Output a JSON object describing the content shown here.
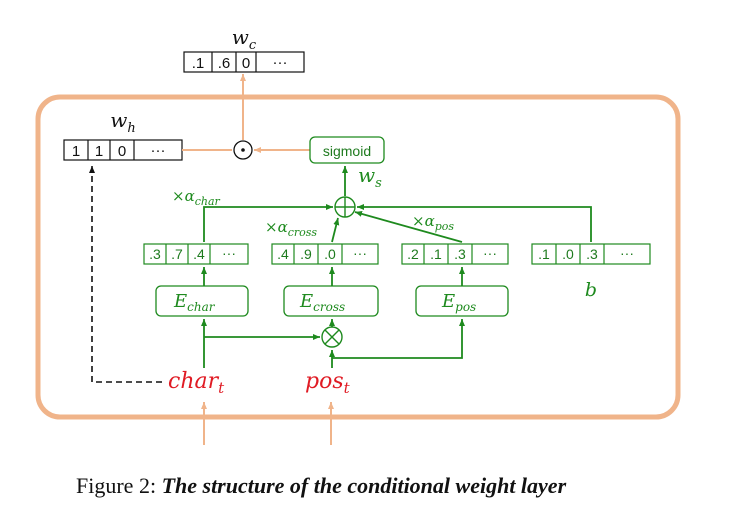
{
  "wc": {
    "label": "w",
    "sub": "c",
    "cells": [
      ".1",
      ".6",
      "0",
      "···"
    ]
  },
  "wh": {
    "label": "w",
    "sub": "h",
    "cells": [
      "1",
      "1",
      "0",
      "···"
    ]
  },
  "dot_op": "⊙",
  "sigmoid": "sigmoid",
  "ws": {
    "label": "w",
    "sub": "s"
  },
  "plus_op": "⊕",
  "times_op": "⊗",
  "alpha_char": {
    "prefix": "×α",
    "sub": "char"
  },
  "alpha_cross": {
    "prefix": "×α",
    "sub": "cross"
  },
  "alpha_pos": {
    "prefix": "×α",
    "sub": "pos"
  },
  "vec_char": [
    ".3",
    ".7",
    ".4",
    "···"
  ],
  "vec_cross": [
    ".4",
    ".9",
    ".0",
    "···"
  ],
  "vec_pos": [
    ".2",
    ".1",
    ".3",
    "···"
  ],
  "vec_b": [
    ".1",
    ".0",
    ".3",
    "···"
  ],
  "b_label": "b",
  "e_char": {
    "label": "E",
    "sub": "char"
  },
  "e_cross": {
    "label": "E",
    "sub": "cross"
  },
  "e_pos": {
    "label": "E",
    "sub": "pos"
  },
  "char_t": {
    "label": "char",
    "sub": "t"
  },
  "pos_t": {
    "label": "pos",
    "sub": "t"
  },
  "caption": {
    "prefix": "Figure 2: ",
    "title": "The structure of the conditional weight layer"
  },
  "colors": {
    "orange": "#f0b48a",
    "green": "#1e8a1e",
    "red": "#e01b24",
    "black": "#111111"
  }
}
